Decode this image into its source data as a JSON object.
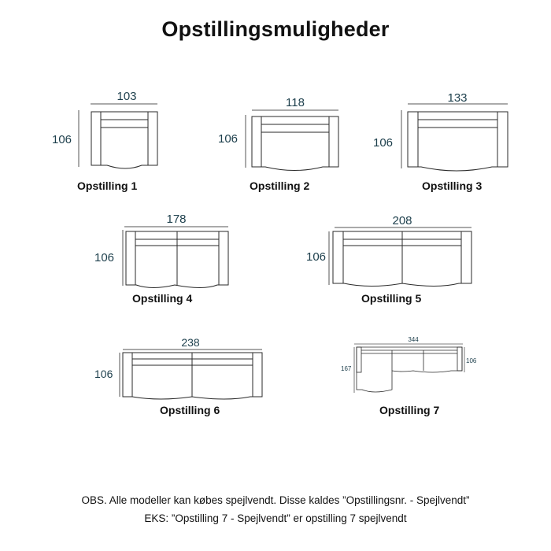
{
  "title": "Opstillingsmuligheder",
  "setups": [
    {
      "name": "Opstilling 1",
      "width": "103",
      "depth": "106"
    },
    {
      "name": "Opstilling 2",
      "width": "118",
      "depth": "106"
    },
    {
      "name": "Opstilling 3",
      "width": "133",
      "depth": "106"
    },
    {
      "name": "Opstilling 4",
      "width": "178",
      "depth": "106"
    },
    {
      "name": "Opstilling 5",
      "width": "208",
      "depth": "106"
    },
    {
      "name": "Opstilling 6",
      "width": "238",
      "depth": "106"
    },
    {
      "name": "Opstilling 7",
      "width": "344",
      "depth": "106",
      "chaise_depth": "167"
    }
  ],
  "footnote": {
    "line1": "OBS. Alle modeller kan købes spejlvendt. Disse kaldes ”Opstillingsnr. - Spejlvendt”",
    "line2": "EKS: ”Opstilling 7 - Spejlvendt” er opstilling 7 spejlvendt"
  },
  "colors": {
    "dimension_text": "#1d3f4c",
    "line": "#2a2a2a",
    "dim_line": "#555555"
  }
}
